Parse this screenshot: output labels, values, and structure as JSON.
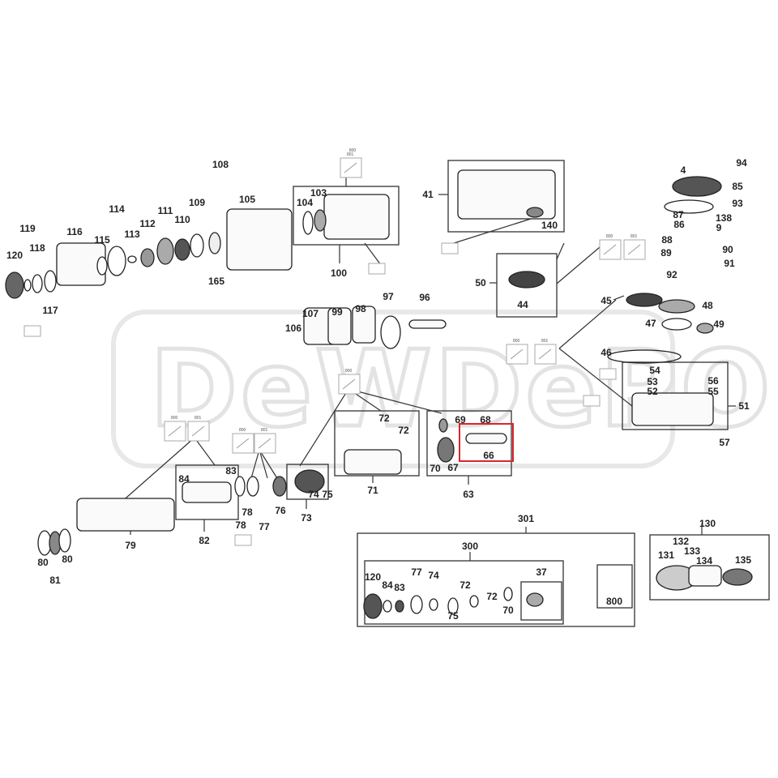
{
  "diagram": {
    "watermark": "DeWDePO",
    "callouts": [
      "120",
      "119",
      "118",
      "117",
      "116",
      "115",
      "114",
      "113",
      "112",
      "111",
      "110",
      "109",
      "108",
      "105",
      "165",
      "104",
      "103",
      "100",
      "800",
      "41",
      "140",
      "50",
      "44",
      "94",
      "4",
      "85",
      "93",
      "87",
      "138",
      "86",
      "9",
      "88",
      "90",
      "89",
      "91",
      "92",
      "45",
      "48",
      "47",
      "49",
      "46",
      "54",
      "53",
      "56",
      "52",
      "55",
      "51",
      "57",
      "107",
      "99",
      "98",
      "97",
      "96",
      "106",
      "72",
      "72",
      "69",
      "68",
      "66",
      "70",
      "67",
      "71",
      "63",
      "73",
      "74",
      "75",
      "76",
      "77",
      "78",
      "78",
      "83",
      "84",
      "82",
      "79",
      "80",
      "80",
      "81",
      "301",
      "300",
      "120",
      "84",
      "83",
      "77",
      "74",
      "75",
      "72",
      "72",
      "70",
      "37",
      "800",
      "130",
      "132",
      "133",
      "131",
      "134",
      "135"
    ],
    "note_labels": [
      "800",
      "801",
      "800",
      "801",
      "800",
      "801",
      "800",
      "801",
      "800",
      "801"
    ],
    "highlight_part": "66",
    "highlight_color": "#d9262c"
  }
}
